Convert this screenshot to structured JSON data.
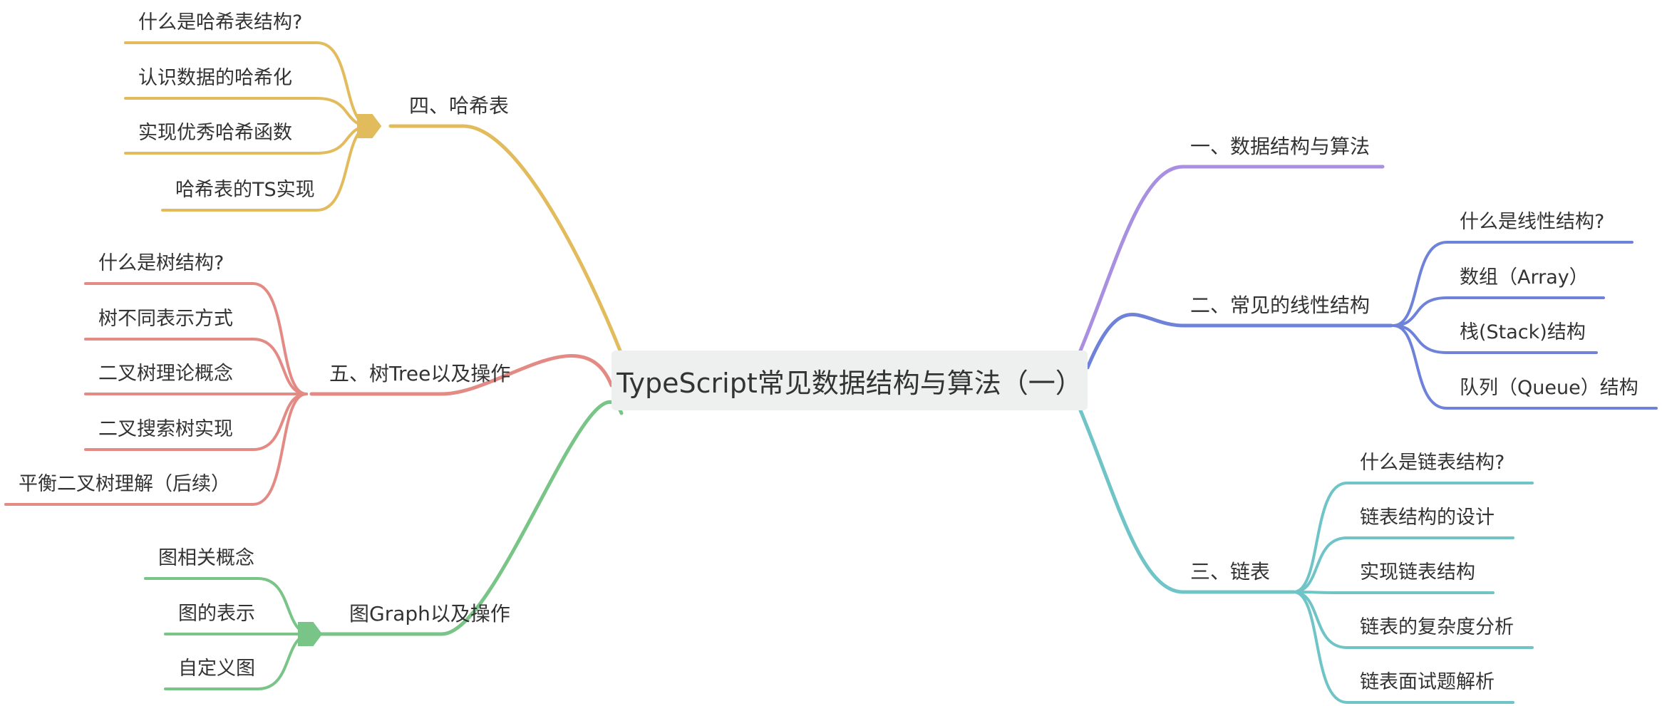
{
  "root": {
    "title": "TypeScript常见数据结构与算法（一）"
  },
  "branches": [
    {
      "id": "hash",
      "label": "四、哈希表",
      "color": "#e2bb5c",
      "children": [
        "什么是哈希表结构?",
        "认识数据的哈希化",
        "实现优秀哈希函数",
        "哈希表的TS实现"
      ]
    },
    {
      "id": "tree",
      "label": "五、树Tree以及操作",
      "color": "#e38a85",
      "children": [
        "什么是树结构?",
        "树不同表示方式",
        "二叉树理论概念",
        "二叉搜索树实现",
        "平衡二叉树理解（后续）"
      ]
    },
    {
      "id": "graph",
      "label": "图Graph以及操作",
      "color": "#79c487",
      "children": [
        "图相关概念",
        "图的表示",
        "自定义图"
      ]
    },
    {
      "id": "ds",
      "label": "一、数据结构与算法",
      "color": "#a98fe0",
      "children": []
    },
    {
      "id": "linear",
      "label": "二、常见的线性结构",
      "color": "#6f82d9",
      "children": [
        "什么是线性结构?",
        "数组（Array）",
        "栈(Stack)结构",
        "队列（Queue）结构"
      ]
    },
    {
      "id": "linked",
      "label": "三、链表",
      "color": "#6ec4c6",
      "children": [
        "什么是链表结构?",
        "链表结构的设计",
        "实现链表结构",
        "链表的复杂度分析",
        "链表面试题解析"
      ]
    }
  ]
}
